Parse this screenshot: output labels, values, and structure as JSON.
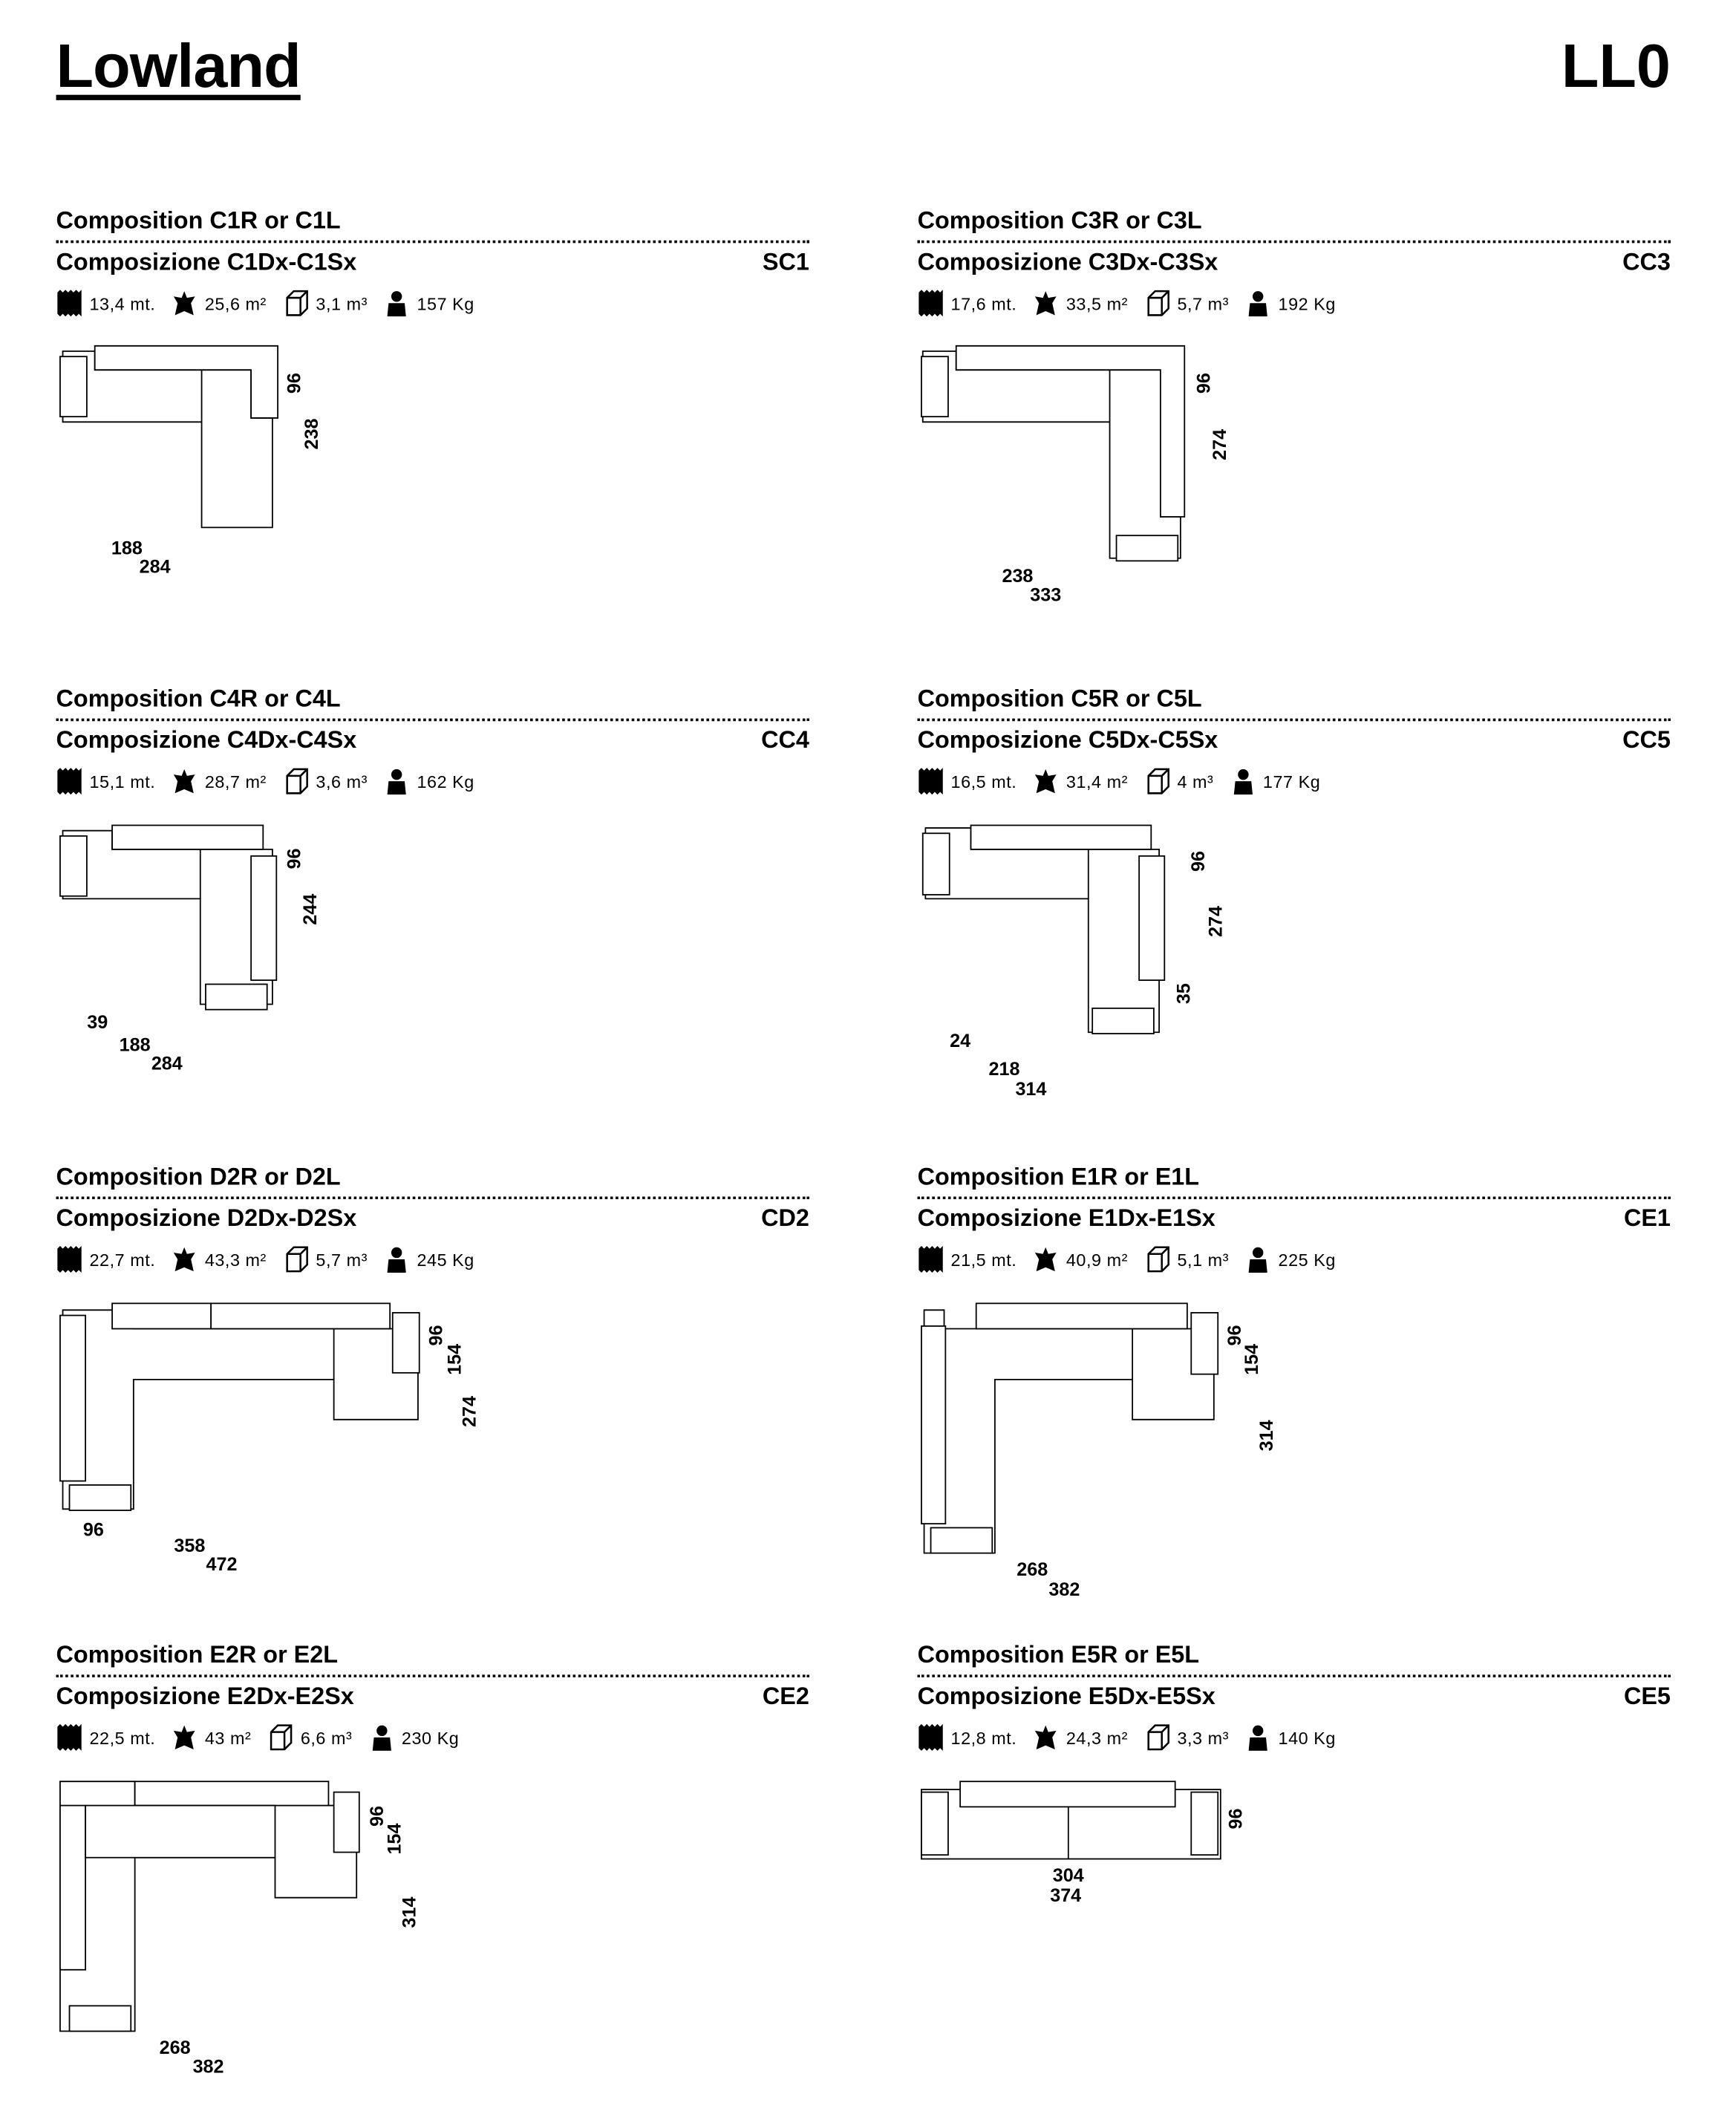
{
  "header": {
    "title": "Lowland",
    "code": "LL0"
  },
  "blocks": [
    {
      "title": "Composition C1R or C1L",
      "subtitle": "Composizione C1Dx-C1Sx",
      "code": "SC1",
      "length": "13,4 mt.",
      "area": "25,6 m²",
      "volume": "3,1 m³",
      "weight": "157 Kg",
      "dims": [
        "96",
        "238",
        "188",
        "284"
      ]
    },
    {
      "title": "Composition C3R or C3L",
      "subtitle": "Composizione C3Dx-C3Sx",
      "code": "CC3",
      "length": "17,6 mt.",
      "area": "33,5 m²",
      "volume": "5,7 m³",
      "weight": "192 Kg",
      "dims": [
        "96",
        "274",
        "238",
        "333"
      ]
    },
    {
      "title": "Composition C4R or C4L",
      "subtitle": "Composizione C4Dx-C4Sx",
      "code": "CC4",
      "length": "15,1 mt.",
      "area": "28,7 m²",
      "volume": "3,6 m³",
      "weight": "162 Kg",
      "dims": [
        "96",
        "244",
        "39",
        "188",
        "284"
      ]
    },
    {
      "title": "Composition C5R or C5L",
      "subtitle": "Composizione C5Dx-C5Sx",
      "code": "CC5",
      "length": "16,5 mt.",
      "area": "31,4 m²",
      "volume": "4 m³",
      "weight": "177 Kg",
      "dims": [
        "96",
        "274",
        "35",
        "24",
        "218",
        "314"
      ]
    },
    {
      "title": "Composition D2R or D2L",
      "subtitle": "Composizione D2Dx-D2Sx",
      "code": "CD2",
      "length": "22,7 mt.",
      "area": "43,3 m²",
      "volume": "5,7 m³",
      "weight": "245 Kg",
      "dims": [
        "96",
        "154",
        "274",
        "96",
        "358",
        "472"
      ]
    },
    {
      "title": "Composition E1R or E1L",
      "subtitle": "Composizione E1Dx-E1Sx",
      "code": "CE1",
      "length": "21,5 mt.",
      "area": "40,9 m²",
      "volume": "5,1 m³",
      "weight": "225 Kg",
      "dims": [
        "96",
        "154",
        "314",
        "268",
        "382"
      ]
    },
    {
      "title": "Composition E2R or E2L",
      "subtitle": "Composizione E2Dx-E2Sx",
      "code": "CE2",
      "length": "22,5 mt.",
      "area": "43 m²",
      "volume": "6,6 m³",
      "weight": "230 Kg",
      "dims": [
        "96",
        "154",
        "314",
        "268",
        "382"
      ]
    },
    {
      "title": "Composition E5R or E5L",
      "subtitle": "Composizione E5Dx-E5Sx",
      "code": "CE5",
      "length": "12,8 mt.",
      "area": "24,3 m²",
      "volume": "3,3 m³",
      "weight": "140 Kg",
      "dims": [
        "96",
        "304",
        "374"
      ]
    }
  ],
  "icons": {
    "length": "fabric-length-icon",
    "area": "leather-area-icon",
    "volume": "volume-box-icon",
    "weight": "weight-icon"
  }
}
